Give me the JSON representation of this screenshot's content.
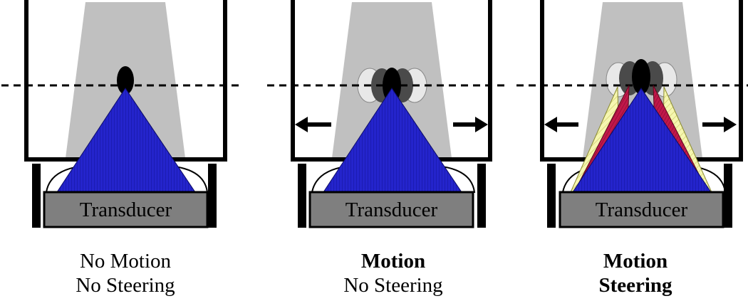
{
  "panels": [
    {
      "transducer_label": "Transducer",
      "caption_line1": "No Motion",
      "caption_line2": "No Steering",
      "line1_bold": false,
      "line2_bold": false,
      "motion": false,
      "steering": false
    },
    {
      "transducer_label": "Transducer",
      "caption_line1": "Motion",
      "caption_line2": "No Steering",
      "line1_bold": true,
      "line2_bold": false,
      "motion": true,
      "steering": false
    },
    {
      "transducer_label": "Transducer",
      "caption_line1": "Motion",
      "caption_line2": "Steering",
      "line1_bold": true,
      "line2_bold": true,
      "motion": true,
      "steering": true
    }
  ],
  "colors": {
    "tissue": "#c0c0c0",
    "beam_blue": "#2424cc",
    "beam_crimson": "#c0184a",
    "beam_yellow": "#f4f4a4",
    "transducer": "#7f7f7f",
    "target": "#000000"
  }
}
